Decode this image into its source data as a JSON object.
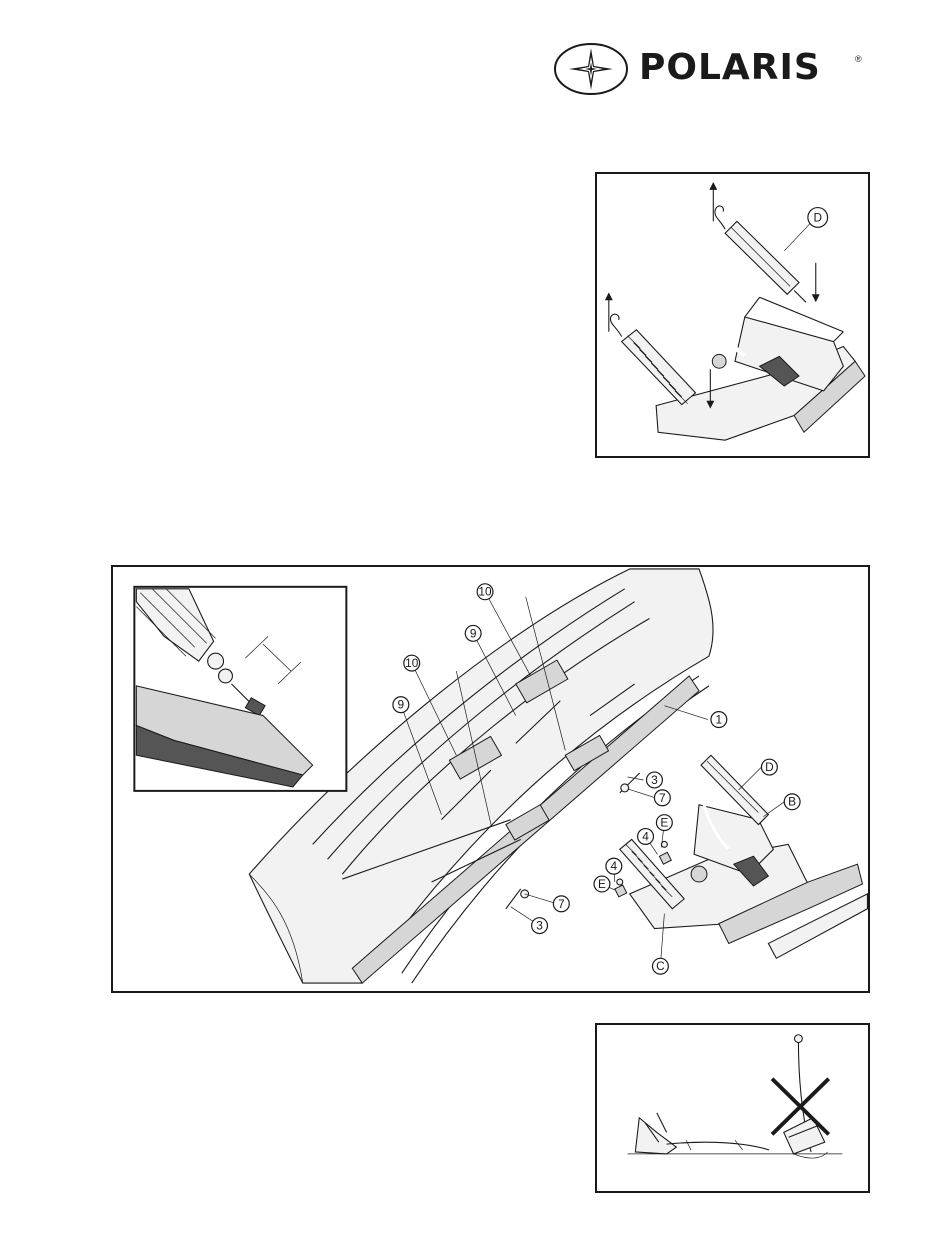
{
  "brand": {
    "name": "POLARIS",
    "registered_mark": "®",
    "emblem_icon": "north-star-emblem-icon"
  },
  "figure_springs": {
    "labels": [
      "D"
    ]
  },
  "figure_assembly": {
    "labels": [
      "10",
      "9",
      "10",
      "9",
      "1",
      "3",
      "7",
      "D",
      "B",
      "E",
      "4",
      "4",
      "E",
      "7",
      "3",
      "C"
    ]
  },
  "figure_wrong": {
    "icon": "x-mark-icon"
  }
}
